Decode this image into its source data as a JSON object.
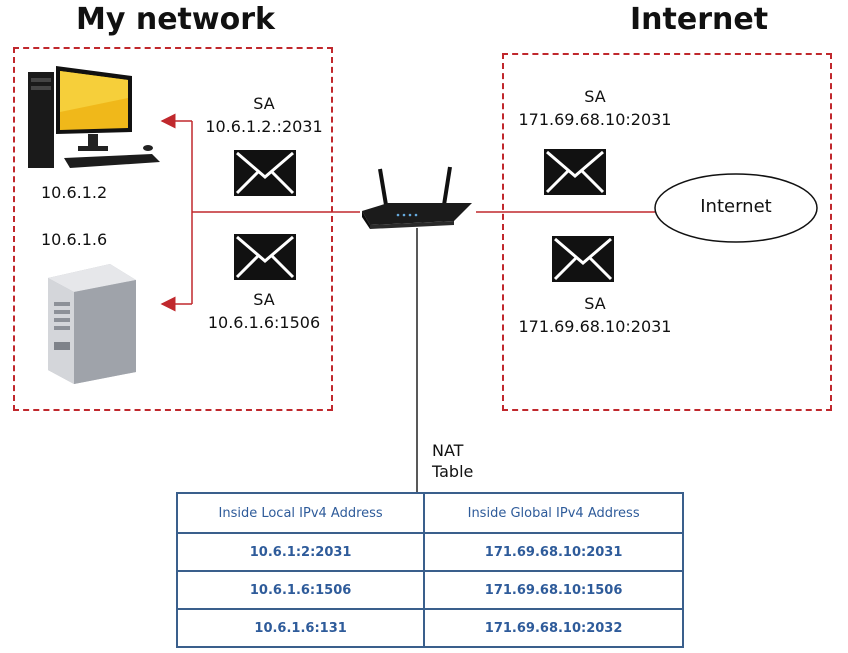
{
  "titles": {
    "left": "My network",
    "right": "Internet"
  },
  "hosts": {
    "pc_ip": "10.6.1.2",
    "server_ip": "10.6.1.6"
  },
  "packets": {
    "left_top": {
      "label": "SA",
      "address": "10.6.1.2.:2031"
    },
    "left_bottom": {
      "label": "SA",
      "address": "10.6.1.6:1506"
    },
    "right_top": {
      "label": "SA",
      "address": "171.69.68.10:2031"
    },
    "right_bottom": {
      "label": "SA",
      "address": "171.69.68.10:2031"
    }
  },
  "cloud": {
    "label": "Internet"
  },
  "nat": {
    "title_line1": "NAT",
    "title_line2": "Table",
    "headers": [
      "Inside Local IPv4 Address",
      "Inside Global IPv4 Address"
    ],
    "rows": [
      [
        "10.6.1:2:2031",
        "171.69.68.10:2031"
      ],
      [
        "10.6.1.6:1506",
        "171.69.68.10:1506"
      ],
      [
        "10.6.1.6:131",
        "171.69.68.10:2032"
      ]
    ]
  },
  "colors": {
    "zone_border": "#c0282d",
    "link": "#c0282d",
    "table_border": "#3a5f8c",
    "table_text": "#2e5b9a"
  },
  "icons": [
    "desktop-pc-icon",
    "server-tower-icon",
    "router-icon",
    "envelope-icon"
  ]
}
